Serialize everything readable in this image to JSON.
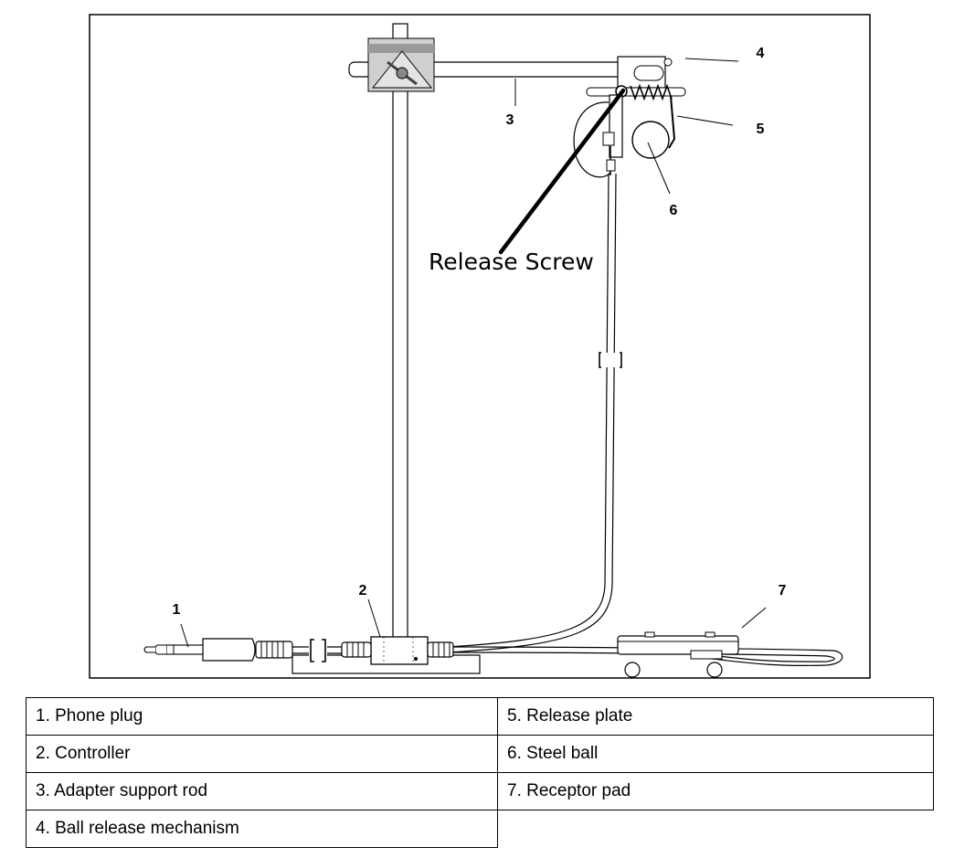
{
  "callouts": {
    "n1": "1",
    "n2": "2",
    "n3": "3",
    "n4": "4",
    "n5": "5",
    "n6": "6",
    "n7": "7"
  },
  "annotation": "Release Screw",
  "legend": {
    "rows": [
      [
        "1. Phone plug",
        "5. Release plate"
      ],
      [
        "2. Controller",
        "6. Steel ball"
      ],
      [
        "3. Adapter support rod",
        "7. Receptor pad"
      ],
      [
        "4. Ball release mechanism",
        ""
      ]
    ]
  }
}
